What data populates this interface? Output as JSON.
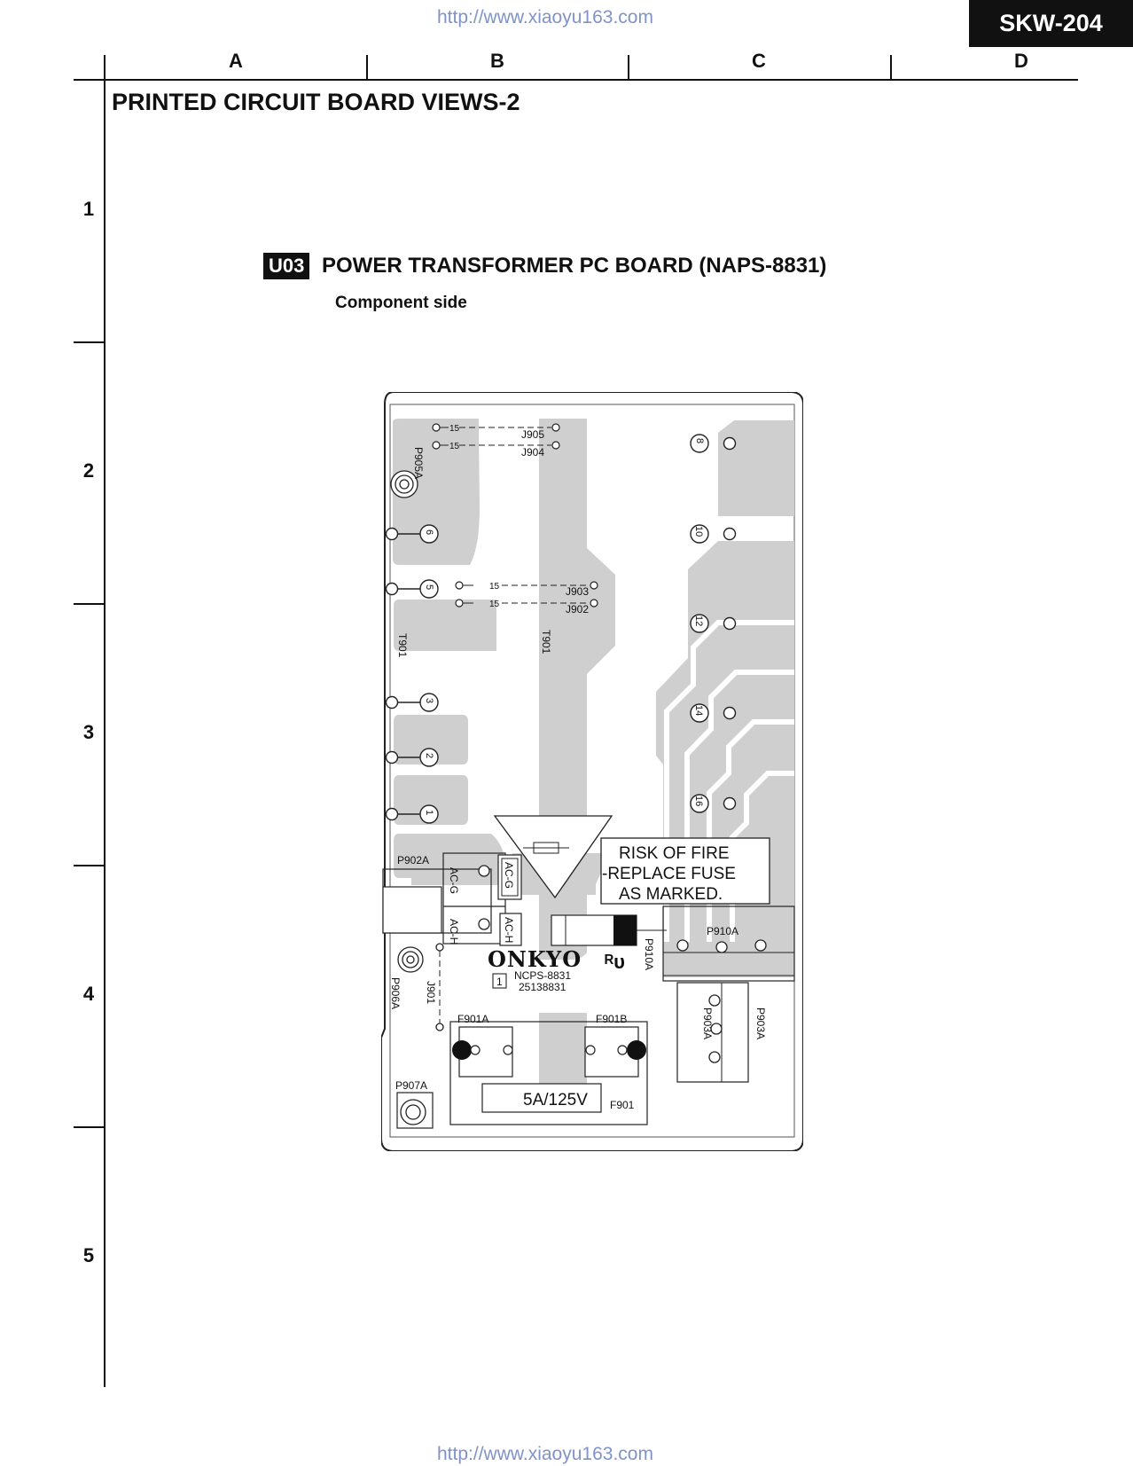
{
  "header": {
    "url_top": "http://www.xiaoyu163.com",
    "url_bottom": "http://www.xiaoyu163.com",
    "model": "SKW-204"
  },
  "grid": {
    "columns": [
      "A",
      "B",
      "C",
      "D"
    ],
    "rows": [
      "1",
      "2",
      "3",
      "4",
      "5"
    ]
  },
  "page_title": "PRINTED CIRCUIT BOARD VIEWS-2",
  "board": {
    "badge": "U03",
    "title": "POWER TRANSFORMER PC BOARD (NAPS-8831)",
    "subtitle": "Component side"
  },
  "pcb": {
    "pin_labels": [
      "8",
      "10",
      "12",
      "14",
      "16",
      "6",
      "5",
      "3",
      "2",
      "1"
    ],
    "jumpers": {
      "j905": "J905",
      "j904": "J904",
      "j903": "J903",
      "j902": "J902",
      "value": "15"
    },
    "connectors": {
      "p905a": "P905A",
      "p902a": "P902A",
      "p906a": "P906A",
      "p907a": "P907A",
      "p910a": "P910A",
      "p903a": "P903A",
      "j901": "J901"
    },
    "transformer": "T901",
    "ac_g": "AC-G",
    "ac_h": "AC-H",
    "warning": [
      "RISK  OF  FIRE",
      "-REPLACE   FUSE",
      "AS  MARKED."
    ],
    "brand": "ONKYO",
    "ul_mark": "ᴿᴜ",
    "box_number": "1",
    "part_no_1": "NCPS-8831",
    "part_no_2": "25138831",
    "fuse_clips": {
      "a": "F901A",
      "b": "F901B"
    },
    "fuse": "F901",
    "fuse_rating": "5A/125V"
  }
}
